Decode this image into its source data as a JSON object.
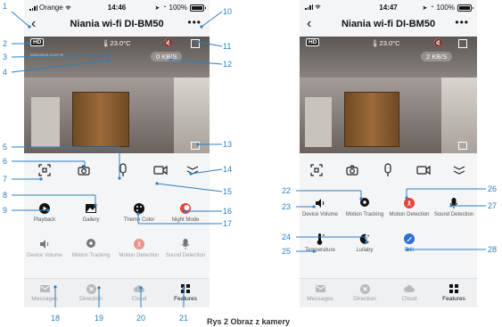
{
  "left_screen": {
    "status": {
      "carrier": "Orange",
      "time": "14:46",
      "battery": "100%"
    },
    "title": "Niania wi-fi DI-BM50",
    "back_icon": "chevron-left-icon",
    "more_icon": "ellipsis-icon",
    "camera": {
      "quality_badge": "HD",
      "temperature": "23.0°C",
      "speed": "0 KB/S",
      "timestamp": "2023-08-04 14:46:36"
    },
    "features": [
      {
        "label": "Playback",
        "icon": "play-circle-icon"
      },
      {
        "label": "Gallery",
        "icon": "image-icon"
      },
      {
        "label": "Theme Color",
        "icon": "palette-icon"
      },
      {
        "label": "Night Mode",
        "icon": "night-mode-icon"
      },
      {
        "label": "Device Volume",
        "icon": "speaker-icon"
      },
      {
        "label": "Motion Tracking",
        "icon": "location-pin-icon"
      },
      {
        "label": "Motion Detection",
        "icon": "walking-person-icon"
      },
      {
        "label": "Sound Detection",
        "icon": "microphone-icon"
      }
    ]
  },
  "right_screen": {
    "status": {
      "time": "14:47",
      "battery": "100%"
    },
    "title": "Niania wi-fi DI-BM50",
    "camera": {
      "quality_badge": "HD",
      "temperature": "23.0°C",
      "speed": "2 KB/S"
    },
    "features": [
      {
        "label": "Device Volume",
        "icon": "speaker-icon"
      },
      {
        "label": "Motion Tracking",
        "icon": "location-pin-icon"
      },
      {
        "label": "Motion Detection",
        "icon": "walking-person-icon"
      },
      {
        "label": "Sound Detection",
        "icon": "microphone-icon"
      },
      {
        "label": "Temperature",
        "icon": "thermometer-icon"
      },
      {
        "label": "Lullaby",
        "icon": "moon-stars-icon"
      },
      {
        "label": "Edit",
        "icon": "pencil-icon"
      }
    ]
  },
  "tabs": [
    {
      "label": "Messages",
      "icon": "envelope-icon"
    },
    {
      "label": "Direction",
      "icon": "direction-pad-icon"
    },
    {
      "label": "Cloud",
      "icon": "cloud-icon"
    },
    {
      "label": "Features",
      "icon": "grid-icon"
    }
  ],
  "callouts": [
    "1",
    "2",
    "3",
    "4",
    "5",
    "6",
    "7",
    "8",
    "9",
    "10",
    "11",
    "12",
    "13",
    "14",
    "15",
    "16",
    "17",
    "18",
    "19",
    "20",
    "21",
    "22",
    "23",
    "24",
    "25",
    "26",
    "27",
    "28"
  ],
  "caption": "Rys 2 Obraz z kamery",
  "colors": {
    "accent_red": "#e8443a",
    "accent_blue": "#2e6fd8",
    "callout_blue": "#2d7fc1"
  }
}
